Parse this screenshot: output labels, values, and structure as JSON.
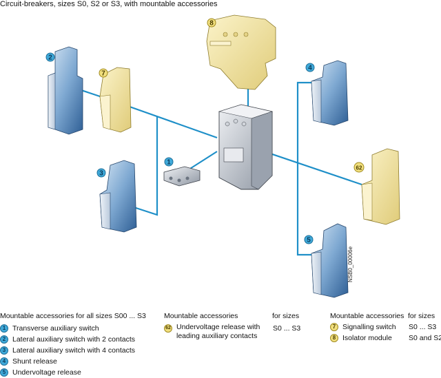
{
  "title": "Circuit-breakers, sizes S0, S2 or S3, with mountable accessories",
  "colors": {
    "connector_line": "#1e8fc8",
    "blue_badge": "#3fa9d9",
    "yellow_badge": "#f1df7d",
    "blue_component": "#7aa7cf",
    "yellow_component": "#efe2a0",
    "breaker_body": "#c9ced6"
  },
  "diagram": {
    "doc_code": "NSB0_00006e",
    "center_component": "circuit-breaker",
    "callouts": [
      {
        "id": "1",
        "color": "blue",
        "component": "transverse-auxiliary-switch"
      },
      {
        "id": "2",
        "color": "blue",
        "component": "lateral-auxiliary-switch-2-contacts"
      },
      {
        "id": "3",
        "color": "blue",
        "component": "lateral-auxiliary-switch-4-contacts"
      },
      {
        "id": "4",
        "color": "blue",
        "component": "shunt-release"
      },
      {
        "id": "5",
        "color": "blue",
        "component": "undervoltage-release"
      },
      {
        "id": "62",
        "color": "yellow",
        "component": "undervoltage-release-leading-contacts"
      },
      {
        "id": "7",
        "color": "yellow",
        "component": "signalling-switch"
      },
      {
        "id": "8",
        "color": "yellow",
        "component": "isolator-module"
      }
    ]
  },
  "legend": {
    "left": {
      "header": "Mountable accessories for all sizes S00 ... S3",
      "items": [
        {
          "badge": "1",
          "label": "Transverse auxiliary switch"
        },
        {
          "badge": "2",
          "label": "Lateral auxiliary switch with 2 contacts"
        },
        {
          "badge": "3",
          "label": "Lateral auxiliary switch with 4 contacts"
        },
        {
          "badge": "4",
          "label": "Shunt release"
        },
        {
          "badge": "5",
          "label": "Undervoltage release"
        }
      ]
    },
    "middle": {
      "header": "Mountable accessories",
      "sizes_header": "for sizes",
      "items": [
        {
          "badge": "62",
          "label_line1": "Undervoltage release with",
          "label_line2": "leading auxiliary contacts",
          "sizes": "S0 ... S3"
        }
      ]
    },
    "right": {
      "header": "Mountable accessories",
      "sizes_header": "for sizes",
      "items": [
        {
          "badge": "7",
          "label": "Signalling switch",
          "sizes": "S0 ... S3"
        },
        {
          "badge": "8",
          "label": "Isolator module",
          "sizes": "S0 and S2"
        }
      ]
    }
  }
}
